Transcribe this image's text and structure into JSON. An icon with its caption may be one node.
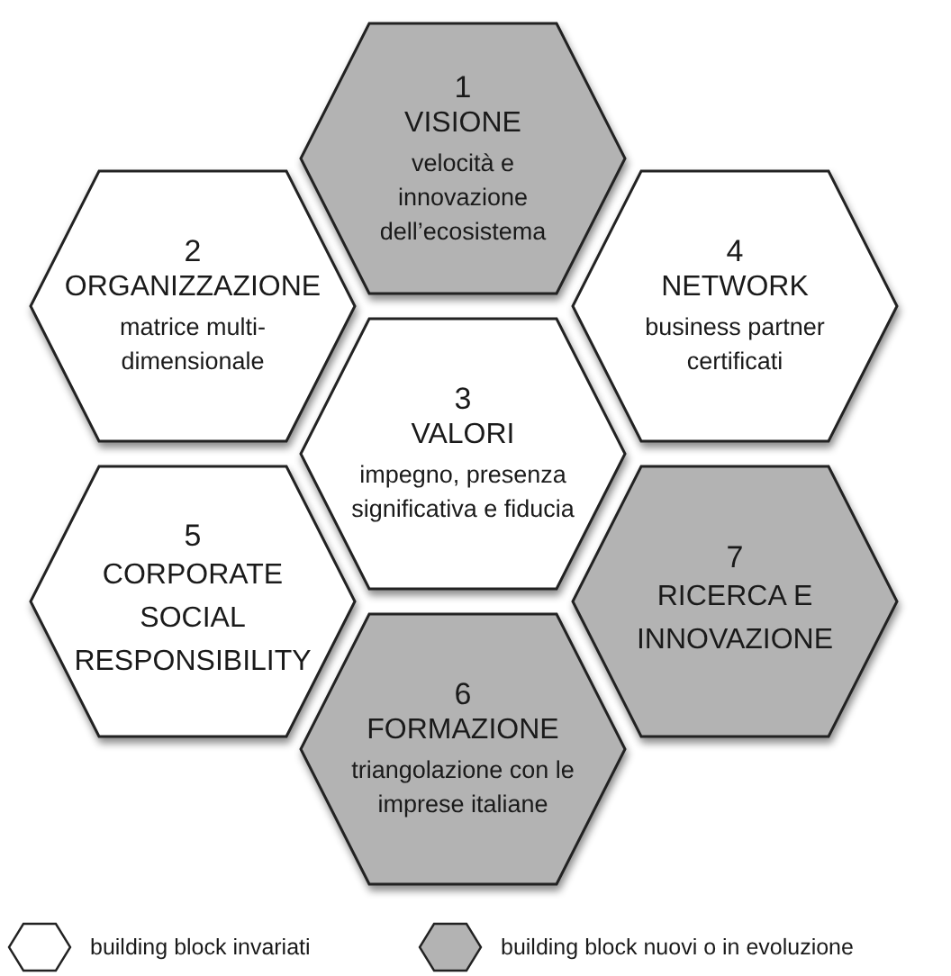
{
  "diagram": {
    "nodes": [
      {
        "text": [
          "1",
          "VISIONE",
          "velocità e innovazione dell’ecosistema"
        ]
      },
      {
        "text": [
          "2",
          "ORGANIZZAZIONE",
          "matrice multi-dimensionale"
        ]
      },
      {
        "text": [
          "3",
          "VALORI",
          "impegno, presenza significativa e fiducia"
        ]
      },
      {
        "text": [
          "4",
          "NETWORK",
          "business partner certificati"
        ]
      },
      {
        "text": [
          "5",
          "CORPORATE SOCIAL RESPONSIBILITY"
        ]
      },
      {
        "text": [
          "6",
          "FORMAZIONE",
          "triangolazione con le imprese italiane"
        ]
      },
      {
        "text": [
          "7",
          "RICERCA E INNOVAZIONE"
        ]
      }
    ],
    "legend": [
      {
        "text": "building block invariati"
      },
      {
        "text": "building block nuovi o in evoluzione"
      }
    ]
  }
}
